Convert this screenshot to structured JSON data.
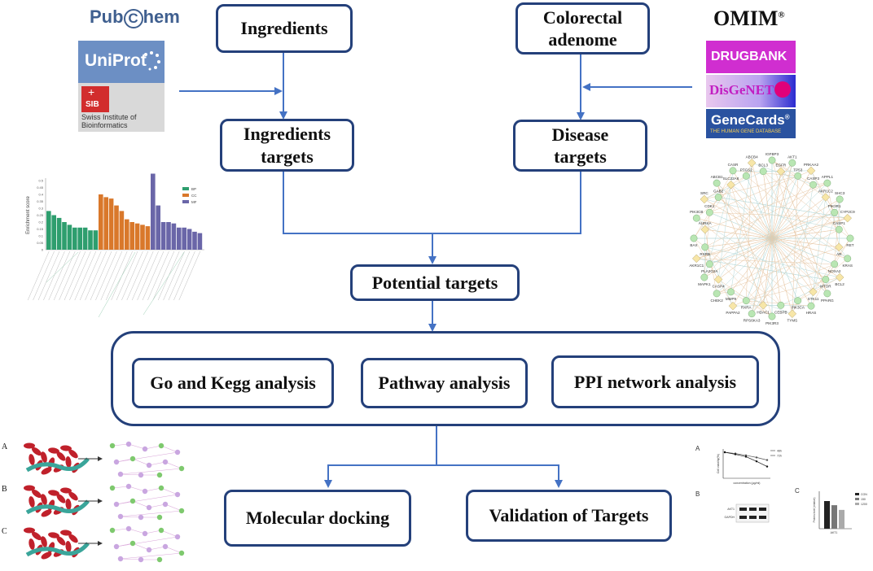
{
  "nodes": {
    "ingredients": "Ingredients",
    "colorectal": "Colorectal",
    "adenome": "adenome",
    "ingredients_targets_1": "Ingredients",
    "ingredients_targets_2": "targets",
    "disease_targets_1": "Disease",
    "disease_targets_2": "targets",
    "potential_targets": "Potential targets",
    "go_kegg": "Go and Kegg analysis",
    "pathway": "Pathway analysis",
    "ppi": "PPI network analysis",
    "docking": "Molecular docking",
    "validation": "Validation of Targets"
  },
  "logos": {
    "pubchem": "PubChem",
    "pubchem_pre": "Pub",
    "pubchem_c": "C",
    "pubchem_post": "hem",
    "uniprot": "UniProt",
    "sib": "SIB",
    "sib_1": "Swiss Institute of",
    "sib_2": "Bioinformatics",
    "omim": "OMIM",
    "omim_reg": "®",
    "drugbank": "DRUGBANK",
    "disgenet": "DisGeNET",
    "genecards": "GeneCards",
    "genecards_reg": "®",
    "genecards_sub": "THE HUMAN GENE DATABASE"
  },
  "enrichment_chart": {
    "ylabel": "Enrichment score",
    "legend": [
      "BP",
      "CC",
      "MF"
    ],
    "colors": [
      "#2e9e6e",
      "#d9782b",
      "#6a66a8"
    ],
    "yticks": [
      "0.5",
      "0.45",
      "0.4",
      "0.35",
      "0.3",
      "0.25",
      "0.2",
      "0.15",
      "0.1",
      "0.05",
      "0"
    ],
    "bp": [
      0.28,
      0.25,
      0.23,
      0.2,
      0.18,
      0.16,
      0.16,
      0.16,
      0.14,
      0.14
    ],
    "cc": [
      0.4,
      0.38,
      0.37,
      0.32,
      0.28,
      0.22,
      0.2,
      0.19,
      0.18,
      0.17
    ],
    "mf": [
      0.55,
      0.32,
      0.2,
      0.2,
      0.19,
      0.16,
      0.16,
      0.15,
      0.13,
      0.12
    ]
  },
  "ppi_genes": [
    "IGFBP3",
    "EGFR",
    "AKT1",
    "TP53",
    "PRKAA2",
    "CASP3",
    "APPL1",
    "AKR1C2",
    "SHC3",
    "PIK3R1",
    "CYP2C9",
    "CASP1",
    "RET",
    "AR",
    "KRAS",
    "NOXA2",
    "BCL2",
    "MTOR",
    "PPARG",
    "STK11",
    "HRAS",
    "PIK3CA",
    "TYMS",
    "CEBPB",
    "PIK3R3",
    "HDAC1",
    "RPS6KA3",
    "RXRA",
    "PAPPA2",
    "MMP9",
    "CHEK2",
    "CASP4",
    "MAPK1",
    "PLA2G2A",
    "AKR1C1",
    "RXRB",
    "BAX",
    "AURKA",
    "PIK3CB",
    "CDK1",
    "SRC",
    "GAB2",
    "ABCB1",
    "SLC22A8",
    "CASR",
    "PTGS2",
    "ABCB4",
    "BCL3"
  ],
  "docking": {
    "labels": [
      "A",
      "B",
      "C"
    ]
  },
  "validation_panel": {
    "labels": [
      "A",
      "B",
      "C"
    ],
    "line_ylabel": "Cell viability(%)",
    "line_xlabel": "concentration (μg/ml)",
    "line_legend": [
      "48h",
      "72h"
    ],
    "line_48h": [
      100,
      95,
      88,
      80,
      70
    ],
    "line_72h": [
      100,
      92,
      83,
      65,
      45
    ],
    "blot_labels": [
      "AKT1",
      "GAPDH"
    ],
    "bar_ylabel": "Protein level (relative)",
    "bar_xlabel": "AKT1",
    "bar_legend": [
      "CON",
      "150",
      "1200"
    ],
    "bar_values": [
      1.0,
      0.85,
      0.68
    ]
  }
}
